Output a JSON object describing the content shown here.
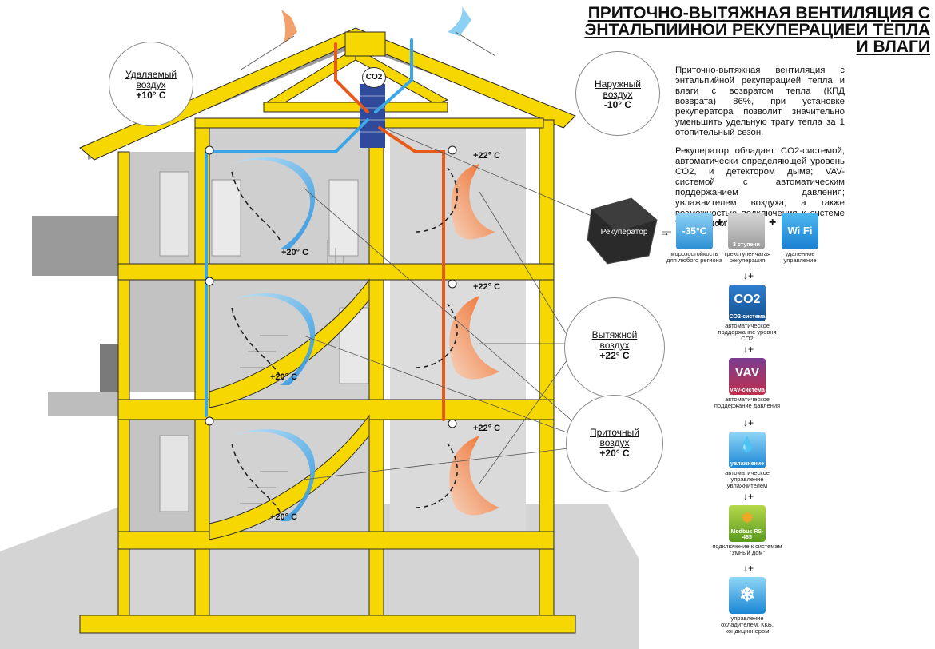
{
  "title": "ПРИТОЧНО-ВЫТЯЖНАЯ ВЕНТИЛЯЦИЯ С ЭНТАЛЬПИЙНОЙ РЕКУПЕРАЦИЕЙ ТЕПЛА И ВЛАГИ",
  "description": {
    "p1": "Приточно-вытяжная вентиляция с энтальпийной рекуперацией тепла и влаги с возвратом тепла (КПД возврата) 86%, при установке рекуператора позволит значительно уменьшить удельную трату тепла за 1 отопительный сезон.",
    "p2": "Рекуператор обладает CO2-системой, автоматически определяющей уровень CO2, и детектором дыма; VAV-системой с автоматическим поддержанием давления; увлажнителем воздуха; а также возможностью подключения к системе \"Умный дом\"."
  },
  "bubbles": {
    "exhaust_out": {
      "line1": "Удаляемый",
      "line2": "воздух",
      "value": "+10° C"
    },
    "outdoor": {
      "line1": "Наружный",
      "line2": "воздух",
      "value": "-10° C"
    },
    "extract": {
      "line1": "Вытяжной",
      "line2": "воздух",
      "value": "+22° C"
    },
    "supply": {
      "line1": "Приточный",
      "line2": "воздух",
      "value": "+20° C"
    }
  },
  "house": {
    "co2_tag": "CO2",
    "temps_supply": [
      "+20° C",
      "+20° C",
      "+20° C"
    ],
    "temps_extract": [
      "+22° C",
      "+22° C",
      "+22° C"
    ]
  },
  "recuperator": {
    "label": "Рекуператор"
  },
  "features": {
    "frost": {
      "tile": "-35°C",
      "caption": "морозостойкость для любого региона"
    },
    "stages": {
      "tile": "3 ступени",
      "caption": "трехступенчатая рекуперация"
    },
    "wifi": {
      "tile": "Wi Fi",
      "caption": "удаленное управление"
    },
    "co2": {
      "tile": "CO2",
      "tile_sub": "CO2-система",
      "caption": "автоматическое поддержание уровня CO2"
    },
    "vav": {
      "tile": "VAV",
      "tile_sub": "VAV-система",
      "caption": "автоматическое поддержание давления"
    },
    "humid": {
      "tile_sub": "увлажнение",
      "caption": "автоматическое управление увлажнителем"
    },
    "modbus": {
      "tile_sub": "Modbus RS-485",
      "caption": "подключение к системам \"Умный дом\""
    },
    "cooling": {
      "caption": "управление охладителем, ККБ, кондиционером"
    }
  },
  "colors": {
    "structure": "#f6d800",
    "supply_air": "#3aa6e8",
    "extract_air": "#f07a2a",
    "interior": "#c8c8c8"
  }
}
